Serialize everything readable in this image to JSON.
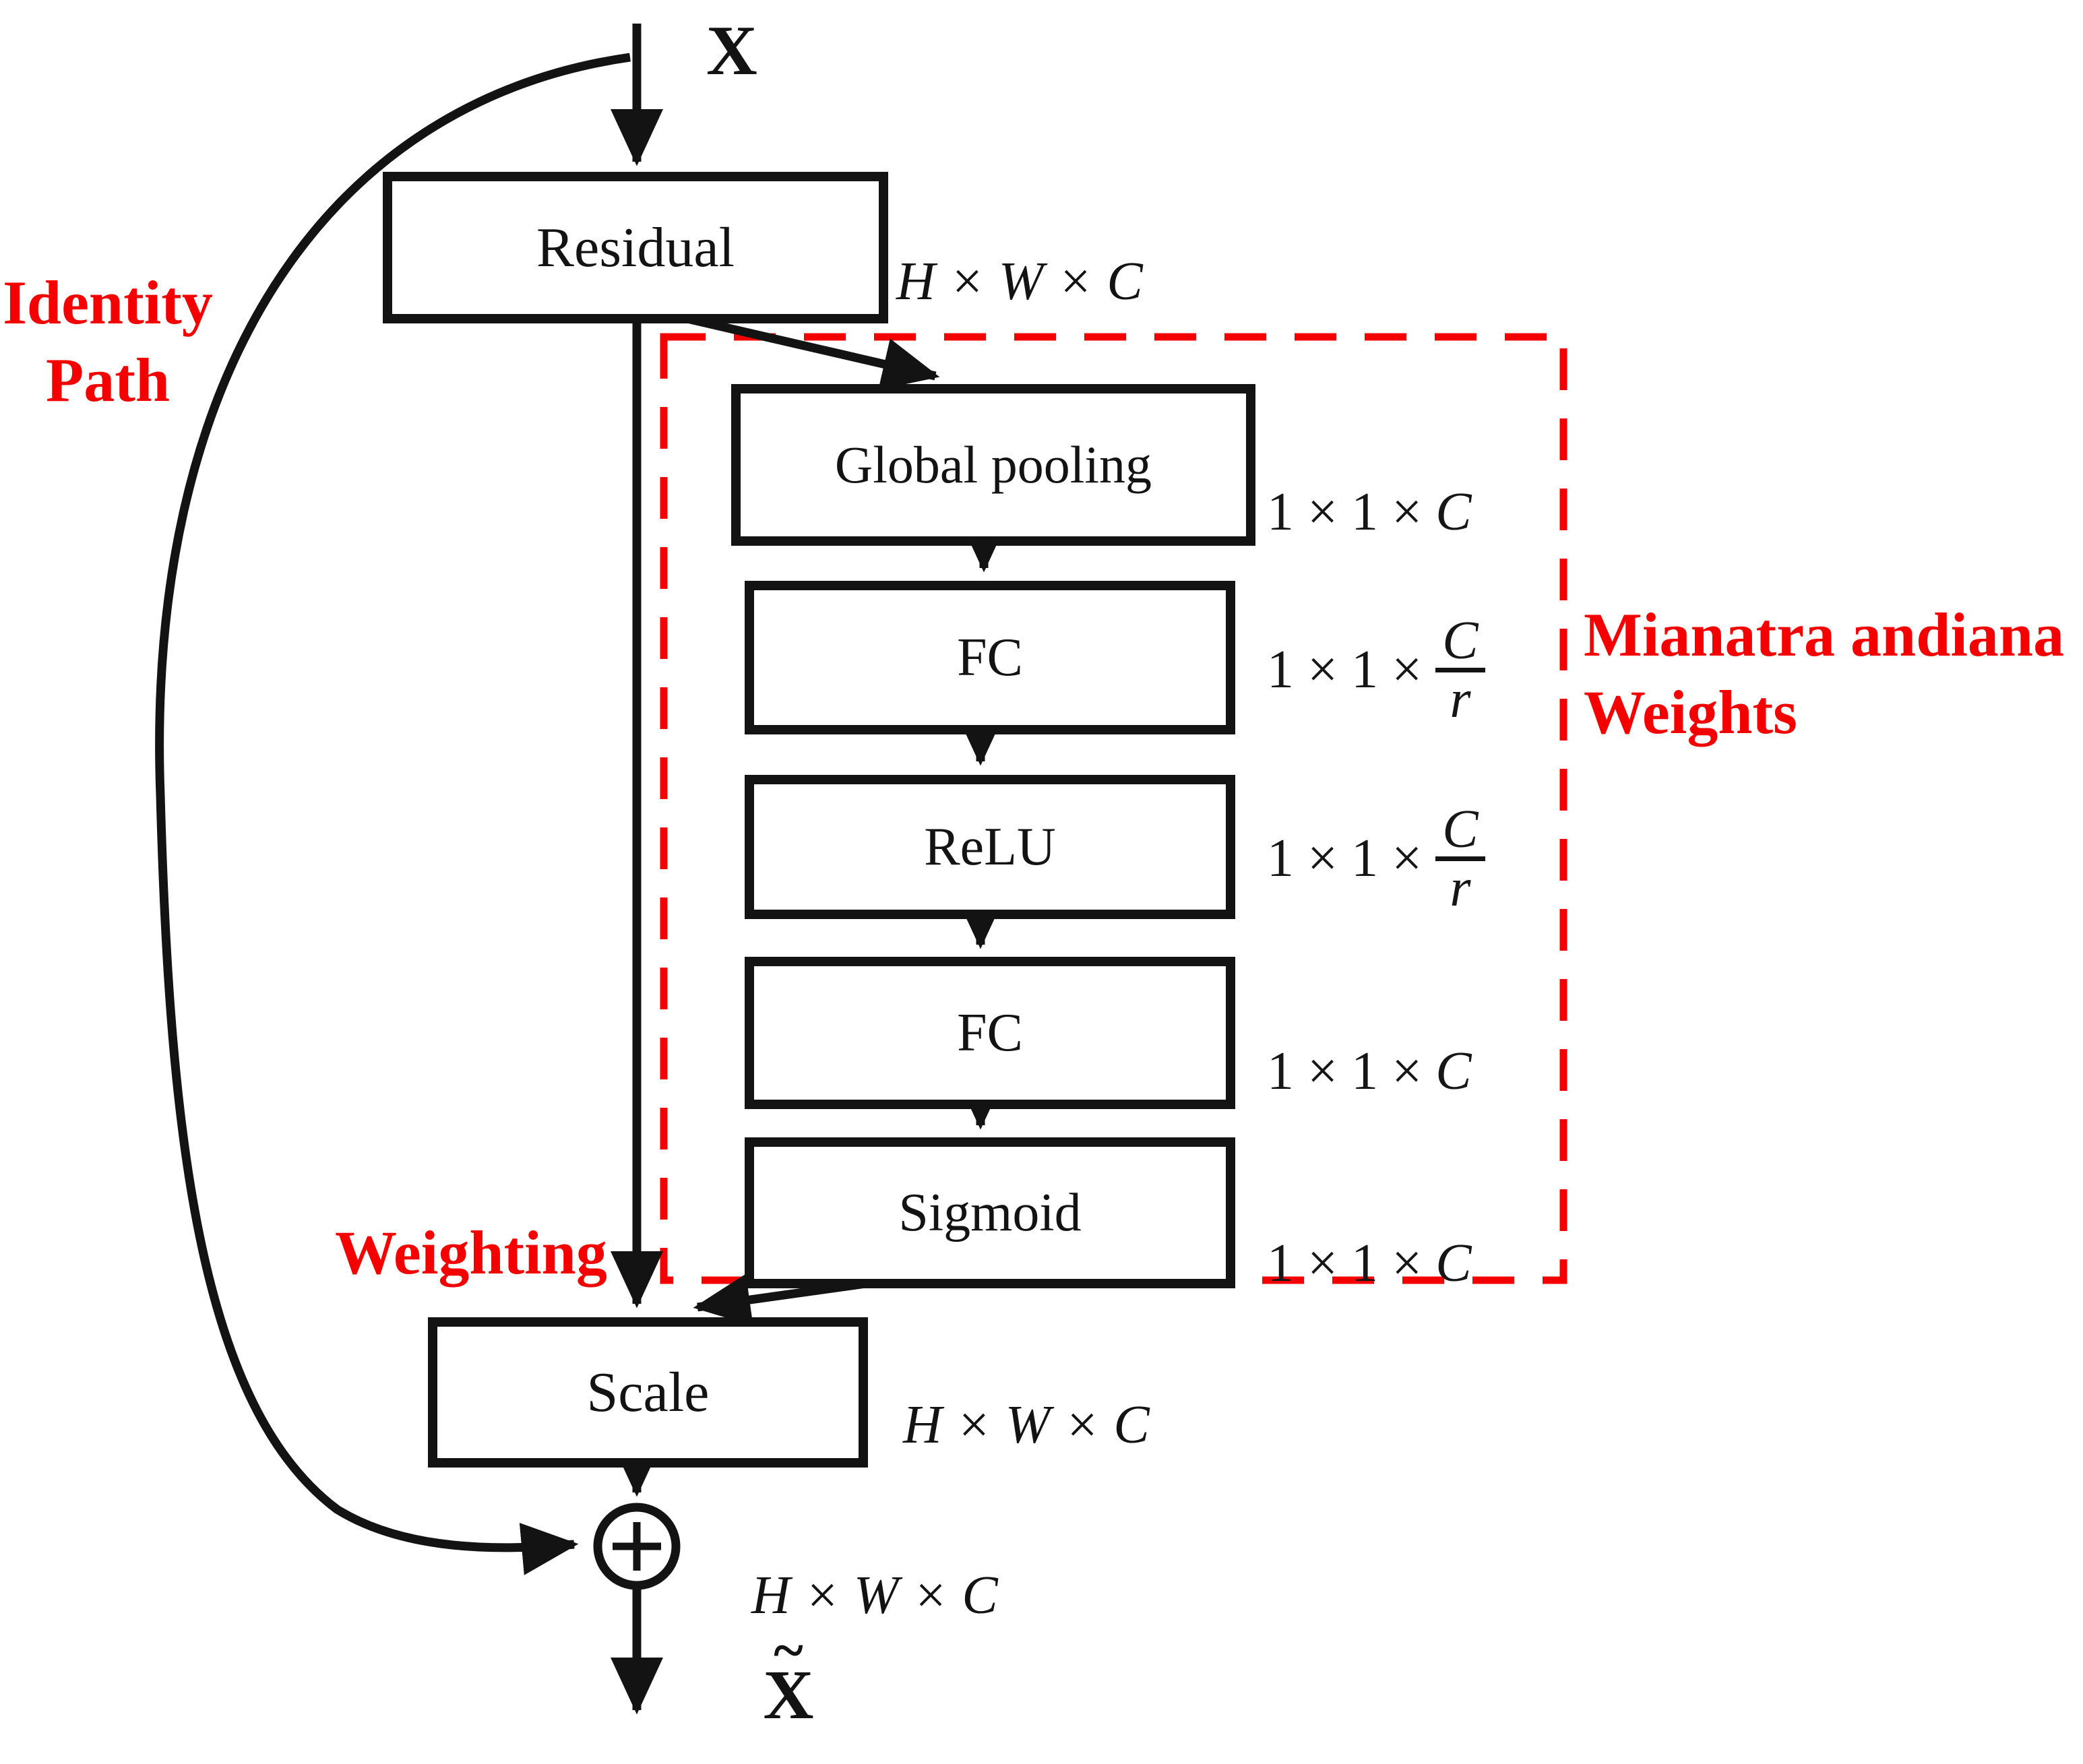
{
  "colors": {
    "accent_red": "#f40000",
    "ink_black": "#131313"
  },
  "boxes": {
    "residual": "Residual",
    "global_pooling": "Global pooling",
    "fc1": "FC",
    "relu": "ReLU",
    "fc2": "FC",
    "sigmoid": "Sigmoid",
    "scale": "Scale"
  },
  "labels": {
    "input": "X",
    "output_base": "X",
    "output_tilde": "~",
    "identity_line1": "Identity",
    "identity_line2": "Path",
    "weighting": "Weighting",
    "module_line1": "Mianatra andiana",
    "module_line2": "Weights"
  },
  "dims": {
    "residual_out": "H × W × C",
    "pool_out_prefix": "1 × 1 ×",
    "pool_out_var": "C",
    "fc1_out_prefix": "1 × 1 ×",
    "fc1_out_num": "C",
    "fc1_out_den": "r",
    "relu_out_prefix": "1 × 1 ×",
    "relu_out_num": "C",
    "relu_out_den": "r",
    "fc2_out_prefix": "1 × 1 ×",
    "fc2_out_var": "C",
    "sigmoid_out_prefix": "1 × 1 ×",
    "sigmoid_out_var": "C",
    "scale_out": "H × W × C",
    "sum_out": "H × W × C"
  }
}
